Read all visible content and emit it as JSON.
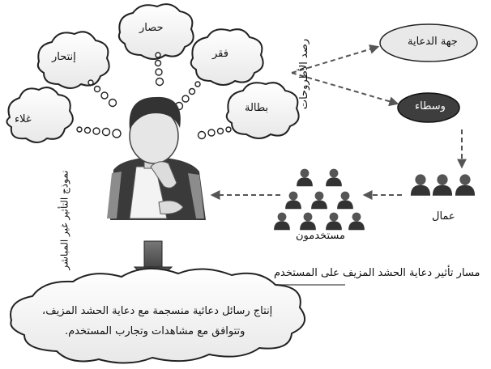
{
  "thought_bubbles": {
    "unemployment": "بطالة",
    "poverty": "فقر",
    "siege": "حصار",
    "suicide": "إنتحار",
    "high_prices": "غلاء"
  },
  "side_labels": {
    "model_title": "نموذج التأثير غير المباشر",
    "monitor_label": "رصد الأطروحات"
  },
  "nodes": {
    "propaganda_body": "جهة الدعاية",
    "mediators": "وسطاء",
    "workers": "عمال",
    "users": "مستخدمون"
  },
  "path_caption": "مسار تأثير دعاية الحشد المزيف على المستخدم",
  "outcome": {
    "line1": "إنتاج رسائل دعائية منسجمة مع دعاية الحشد المزيف،",
    "line2": "وتتوافق مع مشاهدات وتجارب المستخدم."
  },
  "colors": {
    "ellipse_light": "#e9e9e9",
    "ellipse_dark": "#3e3e3e",
    "person_dark": "#3a3a3a",
    "shirt_gray": "#8c8c8c",
    "arrow_gray": "#666666"
  }
}
